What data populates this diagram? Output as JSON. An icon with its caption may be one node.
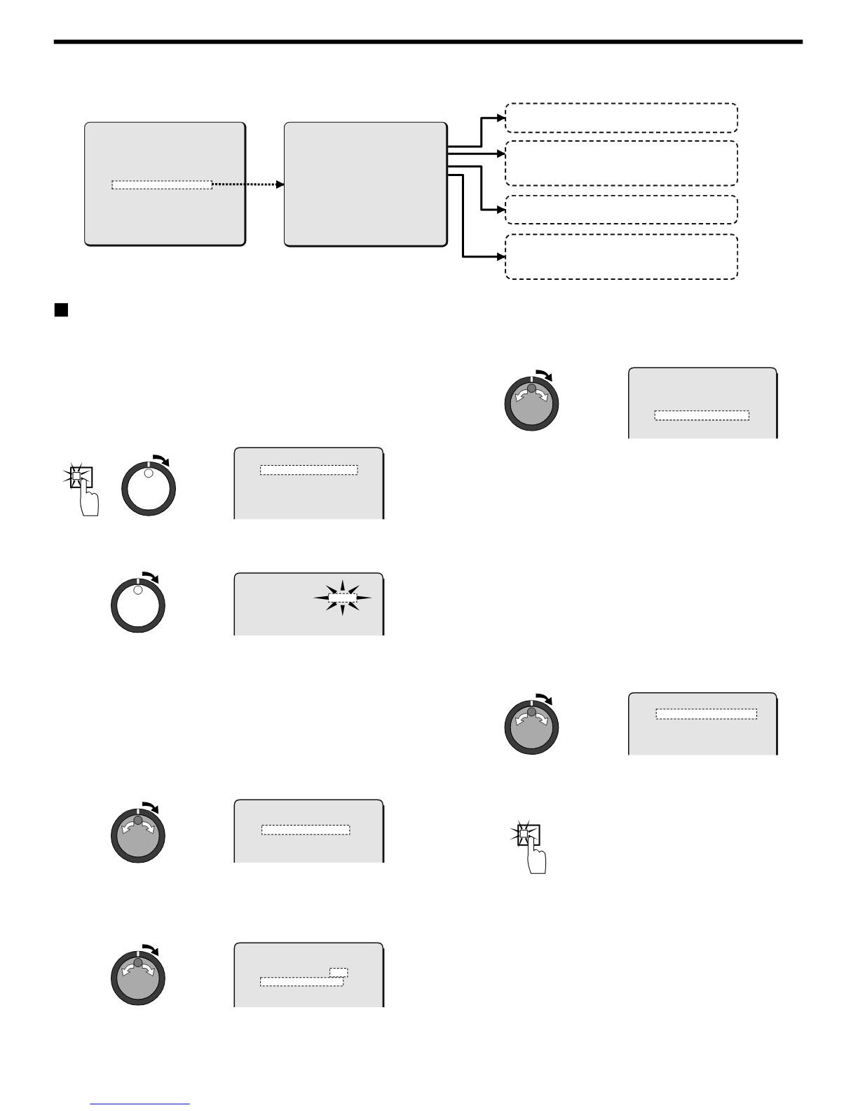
{
  "diagram": {
    "nodes": [
      {
        "text": [],
        "shape": "box"
      },
      {
        "text": [],
        "shape": "box",
        "in": 0
      },
      {
        "text": [],
        "shape": "box"
      },
      {
        "text": [],
        "shape": "box"
      },
      {
        "text": [],
        "shape": "box"
      },
      {
        "text": [],
        "shape": "box"
      },
      {
        "text": [],
        "shape": "box"
      }
    ],
    "edges": [
      {
        "from": 1,
        "to": 2,
        "arrow": "to",
        "style": "dashed"
      },
      {
        "from": 2,
        "to": 3,
        "arrow": "to"
      },
      {
        "from": 2,
        "to": 4,
        "arrow": "to"
      },
      {
        "from": 2,
        "to": 5,
        "arrow": "to"
      },
      {
        "from": 2,
        "to": 6,
        "arrow": "to"
      }
    ]
  }
}
